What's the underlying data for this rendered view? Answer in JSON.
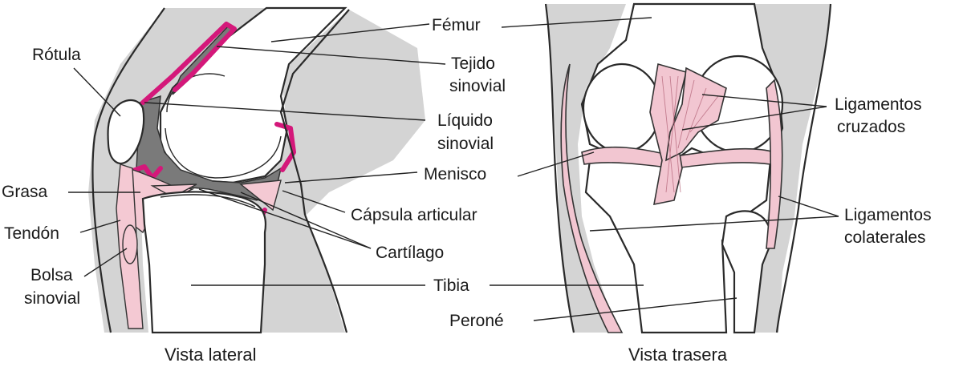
{
  "left_view": {
    "caption": "Vista lateral",
    "labels": {
      "rotula": "Rótula",
      "grasa": "Grasa",
      "tendon": "Tendón",
      "bolsa_1": "Bolsa",
      "bolsa_2": "sinovial"
    }
  },
  "center_labels": {
    "femur": "Fémur",
    "tejido_1": "Tejido",
    "tejido_2": "sinovial",
    "liquido_1": "Líquido",
    "liquido_2": "sinovial",
    "menisco": "Menisco",
    "capsula": "Cápsula articular",
    "cartilago": "Cartílago",
    "tibia": "Tibia",
    "perone": "Peroné"
  },
  "right_view": {
    "caption": "Vista trasera",
    "labels": {
      "cruzados_1": "Ligamentos",
      "cruzados_2": "cruzados",
      "colaterales_1": "Ligamentos",
      "colaterales_2": "colaterales"
    }
  },
  "colors": {
    "synovial_tissue": "#d4187a",
    "ligament": "#f2c6d1",
    "soft_tissue": "#d4d4d4",
    "synovial_fluid": "#7a7a7a"
  }
}
